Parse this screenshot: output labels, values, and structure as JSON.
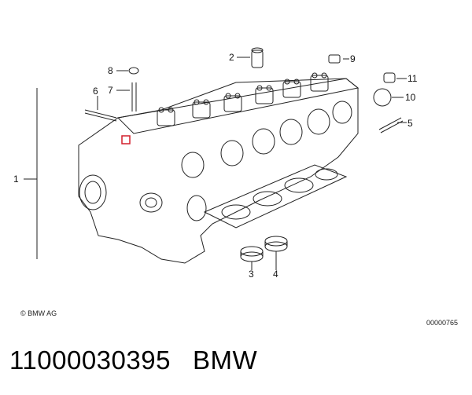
{
  "callouts": {
    "c1": "1",
    "c2": "2",
    "c3": "3",
    "c4": "4",
    "c5": "5",
    "c6": "6",
    "c7": "7",
    "c8": "8",
    "c9": "9",
    "c10": "10",
    "c11": "11"
  },
  "copyright": "© BMW AG",
  "drawing_number": "00000765",
  "caption": {
    "part_number": "11000030395",
    "brand": "BMW"
  },
  "colors": {
    "line": "#222222",
    "highlight": "#d21f2b"
  }
}
